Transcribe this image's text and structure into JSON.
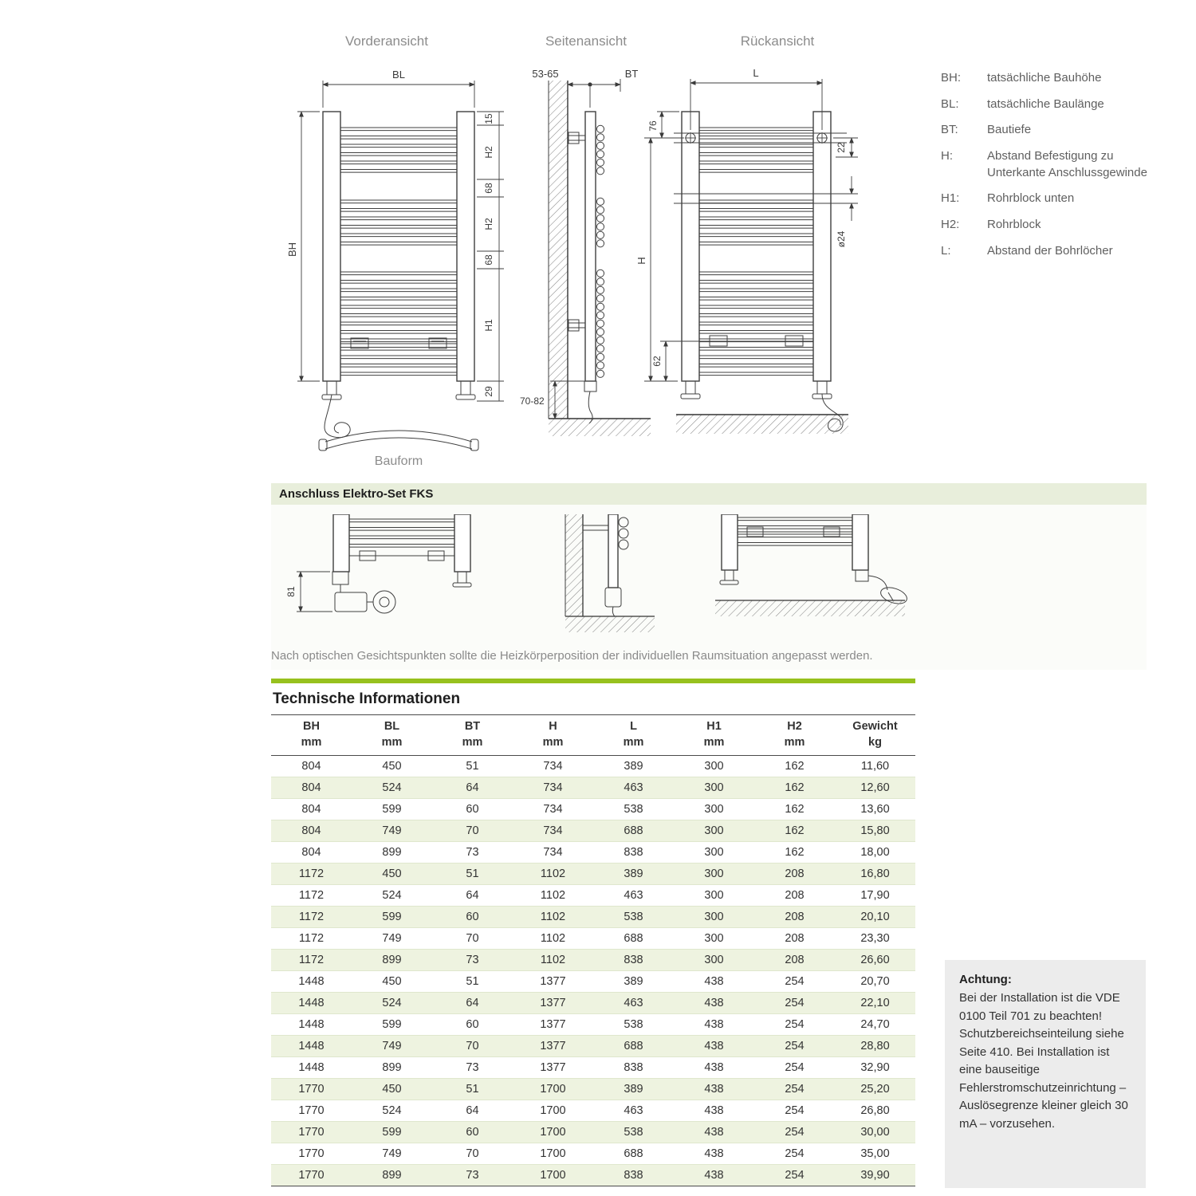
{
  "colors": {
    "accent_green": "#97c11e",
    "row_tint": "#eef3e0",
    "section_bar": "#e8eedb",
    "box_gray": "#ececec"
  },
  "views": {
    "front": {
      "title": "Vorderansicht",
      "dims": {
        "bl": "BL",
        "bh": "BH",
        "d15": "15",
        "h2a": "H2",
        "d68a": "68",
        "h2b": "H2",
        "d68b": "68",
        "h1": "H1",
        "d29": "29"
      }
    },
    "side": {
      "title": "Seitenansicht",
      "dims": {
        "wall_gap": "53-65",
        "bt": "BT",
        "floor_gap": "70-82"
      }
    },
    "rear": {
      "title": "Rückansicht",
      "dims": {
        "l": "L",
        "d76": "76",
        "d22": "22",
        "dia24": "ø24",
        "h": "H",
        "d62": "62"
      }
    },
    "bauform_label": "Bauform"
  },
  "legend": {
    "items": [
      {
        "key": "BH:",
        "desc": "tatsächliche Bauhöhe"
      },
      {
        "key": "BL:",
        "desc": "tatsächliche Baulänge"
      },
      {
        "key": "BT:",
        "desc": "Bautiefe"
      },
      {
        "key": "H:",
        "desc": "Abstand Befestigung zu Unterkante Anschlussgewinde"
      },
      {
        "key": "H1:",
        "desc": "Rohrblock unten"
      },
      {
        "key": "H2:",
        "desc": "Rohrblock"
      },
      {
        "key": "L:",
        "desc": "Abstand der Bohrlöcher"
      }
    ]
  },
  "elektro": {
    "title": "Anschluss Elektro-Set FKS",
    "dims": {
      "d81": "81"
    },
    "note": "Nach optischen Gesichtspunkten sollte die Heizkörperposition der individuellen Raumsituation angepasst werden."
  },
  "table": {
    "title": "Technische Informationen",
    "columns": [
      {
        "label": "BH",
        "unit": "mm"
      },
      {
        "label": "BL",
        "unit": "mm"
      },
      {
        "label": "BT",
        "unit": "mm"
      },
      {
        "label": "H",
        "unit": "mm"
      },
      {
        "label": "L",
        "unit": "mm"
      },
      {
        "label": "H1",
        "unit": "mm"
      },
      {
        "label": "H2",
        "unit": "mm"
      },
      {
        "label": "Gewicht",
        "unit": "kg"
      }
    ],
    "rows": [
      [
        "804",
        "450",
        "51",
        "734",
        "389",
        "300",
        "162",
        "11,60"
      ],
      [
        "804",
        "524",
        "64",
        "734",
        "463",
        "300",
        "162",
        "12,60"
      ],
      [
        "804",
        "599",
        "60",
        "734",
        "538",
        "300",
        "162",
        "13,60"
      ],
      [
        "804",
        "749",
        "70",
        "734",
        "688",
        "300",
        "162",
        "15,80"
      ],
      [
        "804",
        "899",
        "73",
        "734",
        "838",
        "300",
        "162",
        "18,00"
      ],
      [
        "1172",
        "450",
        "51",
        "1102",
        "389",
        "300",
        "208",
        "16,80"
      ],
      [
        "1172",
        "524",
        "64",
        "1102",
        "463",
        "300",
        "208",
        "17,90"
      ],
      [
        "1172",
        "599",
        "60",
        "1102",
        "538",
        "300",
        "208",
        "20,10"
      ],
      [
        "1172",
        "749",
        "70",
        "1102",
        "688",
        "300",
        "208",
        "23,30"
      ],
      [
        "1172",
        "899",
        "73",
        "1102",
        "838",
        "300",
        "208",
        "26,60"
      ],
      [
        "1448",
        "450",
        "51",
        "1377",
        "389",
        "438",
        "254",
        "20,70"
      ],
      [
        "1448",
        "524",
        "64",
        "1377",
        "463",
        "438",
        "254",
        "22,10"
      ],
      [
        "1448",
        "599",
        "60",
        "1377",
        "538",
        "438",
        "254",
        "24,70"
      ],
      [
        "1448",
        "749",
        "70",
        "1377",
        "688",
        "438",
        "254",
        "28,80"
      ],
      [
        "1448",
        "899",
        "73",
        "1377",
        "838",
        "438",
        "254",
        "32,90"
      ],
      [
        "1770",
        "450",
        "51",
        "1700",
        "389",
        "438",
        "254",
        "25,20"
      ],
      [
        "1770",
        "524",
        "64",
        "1700",
        "463",
        "438",
        "254",
        "26,80"
      ],
      [
        "1770",
        "599",
        "60",
        "1700",
        "538",
        "438",
        "254",
        "30,00"
      ],
      [
        "1770",
        "749",
        "70",
        "1700",
        "688",
        "438",
        "254",
        "35,00"
      ],
      [
        "1770",
        "899",
        "73",
        "1700",
        "838",
        "438",
        "254",
        "39,90"
      ]
    ]
  },
  "achtung": {
    "title": "Achtung:",
    "body": "Bei der Installation ist die VDE 0100 Teil 701 zu beachten! Schutzbereichseinteilung siehe Seite 410. Bei Installation ist eine bauseitige Fehlerstromschutzeinrichtung – Auslösegrenze kleiner gleich 30 mA – vorzusehen."
  }
}
